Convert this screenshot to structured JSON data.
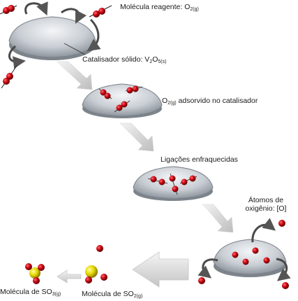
{
  "labels": {
    "reagent": "Molécula reagente: O",
    "reagent_sub": "2(g)",
    "catalyst": "Catalisador sólido: V",
    "catalyst_mid": "2",
    "catalyst_o": "O",
    "catalyst_sub": "5(s)",
    "adsorbed_o": "O",
    "adsorbed_sub": "2(g)",
    "adsorbed_rest": " adsorvido no catalisador",
    "weakened": "Ligações enfraquecidas",
    "atoms_line1": "Átomos de",
    "atoms_line2": "oxigênio: [O]",
    "so2_prefix": "Molécula de SO",
    "so2_sub": "2(g)",
    "so3_prefix": "Molécula de SO",
    "so3_sub": "3(g)"
  }
}
